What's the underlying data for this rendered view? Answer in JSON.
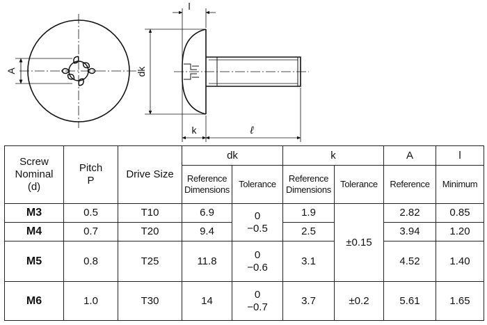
{
  "drawing": {
    "dim_A": "A",
    "dim_l_head": "l",
    "dim_dk": "dk",
    "dim_k": "k",
    "dim_l": "ℓ"
  },
  "table": {
    "headers": {
      "screw_nominal": [
        "Screw",
        "Nominal",
        "(d)"
      ],
      "pitch": [
        "Pitch",
        "P"
      ],
      "drive_size": "Drive Size",
      "dk": "dk",
      "k": "k",
      "A": "A",
      "l": "l",
      "ref_dimensions": [
        "Reference",
        "Dimensions"
      ],
      "tolerance": "Tolerance",
      "reference": "Reference",
      "minimum": "Minimum"
    },
    "rows": [
      {
        "nominal": "M3",
        "pitch": "0.5",
        "drive": "T10",
        "dk_ref": "6.9",
        "k_ref": "1.9",
        "a_ref": "2.82",
        "l_min": "0.85"
      },
      {
        "nominal": "M4",
        "pitch": "0.7",
        "drive": "T20",
        "dk_ref": "9.4",
        "k_ref": "2.5",
        "a_ref": "3.94",
        "l_min": "1.20"
      },
      {
        "nominal": "M5",
        "pitch": "0.8",
        "drive": "T25",
        "dk_ref": "11.8",
        "k_ref": "3.1",
        "a_ref": "4.52",
        "l_min": "1.40"
      },
      {
        "nominal": "M6",
        "pitch": "1.0",
        "drive": "T30",
        "dk_ref": "14",
        "k_ref": "3.7",
        "a_ref": "5.61",
        "l_min": "1.65"
      }
    ],
    "dk_tolerances": [
      {
        "upper": "0",
        "lower": "−0.5"
      },
      {
        "upper": "0",
        "lower": "−0.6"
      },
      {
        "upper": "0",
        "lower": "−0.7"
      }
    ],
    "k_tolerances": [
      "±0.15",
      "±0.2"
    ]
  }
}
